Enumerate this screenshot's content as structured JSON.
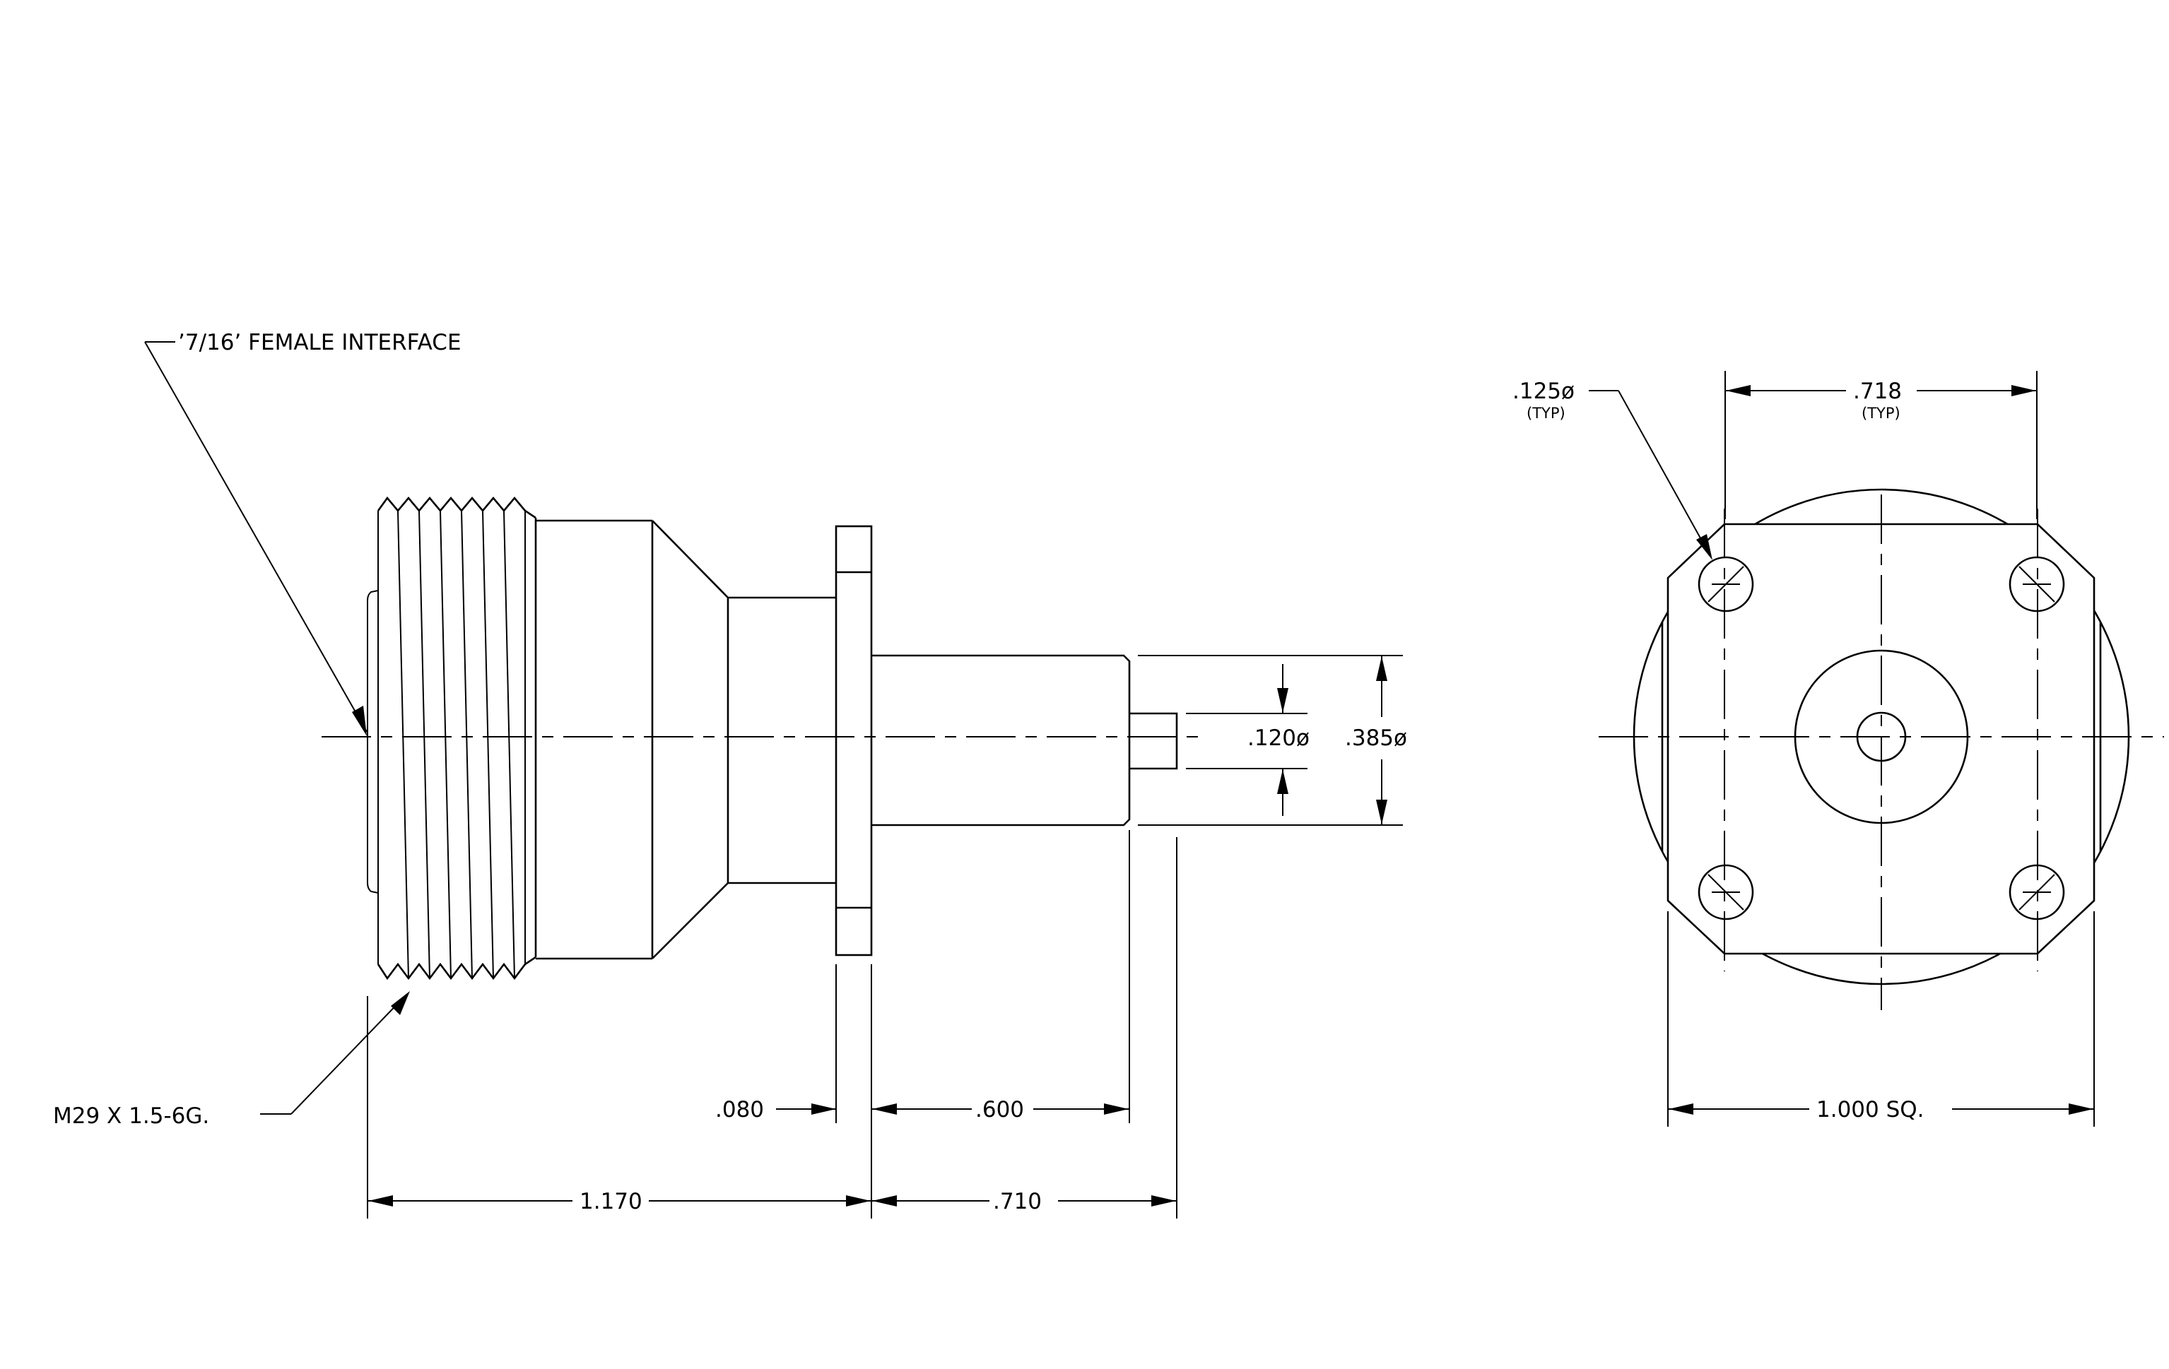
{
  "callouts": {
    "interface": "’7/16’ FEMALE INTERFACE",
    "thread": "M29 X 1.5-6G."
  },
  "dimensions": {
    "flange_thickness": ".080",
    "pin_length": ".600",
    "body_length": "1.170",
    "pin_total": ".710",
    "pin_tip_diameter": ".120ø",
    "pin_diameter": ".385ø",
    "hole_diameter": ".125ø",
    "hole_diameter_note": "(TYP)",
    "hole_spacing": ".718",
    "hole_spacing_note": "(TYP)",
    "flange_square": "1.000 SQ."
  }
}
